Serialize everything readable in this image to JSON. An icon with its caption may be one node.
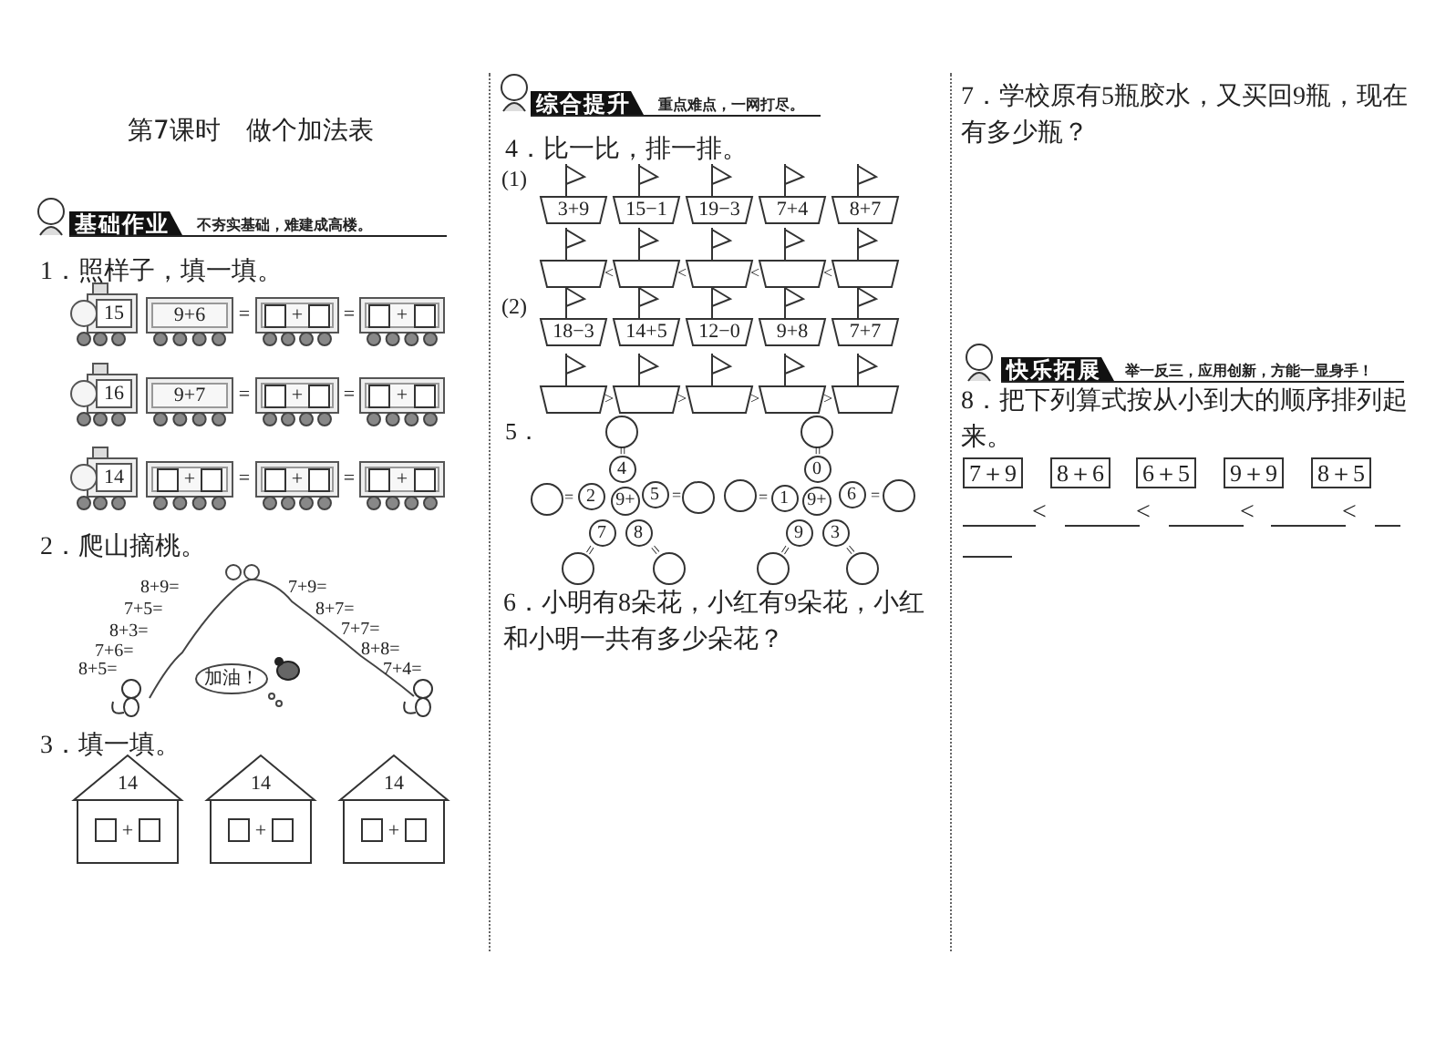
{
  "diagram": {
    "title": "第7课时　做个加法表",
    "nodes": [
      {
        "text": [
          "基础作业"
        ],
        "beside": [
          "不夯实基础，难建成高楼。"
        ]
      },
      {
        "text": [
          "15"
        ]
      },
      {
        "text": [
          "9+6"
        ]
      },
      {
        "text": [
          "+"
        ]
      },
      {
        "text": [
          "+"
        ]
      },
      {
        "text": [
          "16"
        ]
      },
      {
        "text": [
          "9+7"
        ]
      },
      {
        "text": [
          "+"
        ]
      },
      {
        "text": [
          "+"
        ]
      },
      {
        "text": [
          "14"
        ]
      },
      {
        "text": [
          "+"
        ]
      },
      {
        "text": [
          "+"
        ]
      },
      {
        "text": [
          "+"
        ]
      },
      {
        "text": [
          "加油！"
        ]
      },
      {
        "text": [
          "14",
          "+"
        ]
      },
      {
        "text": [
          "14",
          "+"
        ]
      },
      {
        "text": [
          "14",
          "+"
        ]
      },
      {
        "text": [
          "综合提升"
        ],
        "beside": [
          "重点难点，一网打尽。"
        ]
      },
      {
        "text": [
          "3+9"
        ]
      },
      {
        "text": [
          "15−1"
        ]
      },
      {
        "text": [
          "19−3"
        ]
      },
      {
        "text": [
          "7+4"
        ]
      },
      {
        "text": [
          "8+7"
        ]
      },
      {
        "text": [],
        "shape": "boat"
      },
      {
        "text": [],
        "shape": "boat"
      },
      {
        "text": [],
        "shape": "boat"
      },
      {
        "text": [],
        "shape": "boat"
      },
      {
        "text": [],
        "shape": "boat"
      },
      {
        "text": [
          "18−3"
        ]
      },
      {
        "text": [
          "14+5"
        ]
      },
      {
        "text": [
          "12−0"
        ]
      },
      {
        "text": [
          "9+8"
        ]
      },
      {
        "text": [
          "7+7"
        ]
      },
      {
        "text": [],
        "shape": "boat"
      },
      {
        "text": [],
        "shape": "boat"
      },
      {
        "text": [],
        "shape": "boat"
      },
      {
        "text": [],
        "shape": "boat"
      },
      {
        "text": [],
        "shape": "boat"
      },
      {
        "text": [],
        "shape": "circle"
      },
      {
        "text": [
          "4"
        ]
      },
      {
        "text": [],
        "shape": "circle"
      },
      {
        "text": [
          "2"
        ]
      },
      {
        "text": [
          "9+"
        ]
      },
      {
        "text": [
          "5"
        ]
      },
      {
        "text": [],
        "shape": "circle"
      },
      {
        "text": [
          "7"
        ]
      },
      {
        "text": [
          "8"
        ]
      },
      {
        "text": [],
        "shape": "circle"
      },
      {
        "text": [],
        "shape": "circle"
      },
      {
        "text": [],
        "shape": "circle"
      },
      {
        "text": [
          "0"
        ]
      },
      {
        "text": [],
        "shape": "circle"
      },
      {
        "text": [
          "1"
        ]
      },
      {
        "text": [
          "9+"
        ]
      },
      {
        "text": [
          "6"
        ]
      },
      {
        "text": [],
        "shape": "circle"
      },
      {
        "text": [
          "9"
        ]
      },
      {
        "text": [
          "3"
        ]
      },
      {
        "text": [],
        "shape": "circle"
      },
      {
        "text": [],
        "shape": "circle"
      },
      {
        "text": [
          "快乐拓展"
        ],
        "beside": [
          "举一反三，应用创新，方能一显身手！"
        ]
      },
      {
        "text": [
          "7＋9"
        ]
      },
      {
        "text": [
          "8＋6"
        ]
      },
      {
        "text": [
          "6＋5"
        ]
      },
      {
        "text": [
          "9＋9"
        ]
      },
      {
        "text": [
          "8＋5"
        ]
      }
    ],
    "labels": [
      "1．照样子，填一填。",
      "=",
      "=",
      "=",
      "=",
      "=",
      "=",
      "2．爬山摘桃。",
      "8+9=",
      "7+5=",
      "8+3=",
      "7+6=",
      "8+5=",
      "7+9=",
      "8+7=",
      "7+7=",
      "8+8=",
      "7+4=",
      "3．填一填。",
      "4．比一比，排一排。",
      "(1)",
      "<",
      "<",
      "<",
      "<",
      "(2)",
      ">",
      ">",
      ">",
      ">",
      "5．",
      "=",
      "=",
      "=",
      "=",
      "=",
      "=",
      "=",
      "=",
      "=",
      "=",
      "6．小明有8朵花，小红有9朵花，小红和小明一共有多少朵花？",
      "7．学校原有5瓶胶水，又买回9瓶，现在有多少瓶？",
      "8．把下列算式按从小到大的顺序排列起来。",
      "<",
      "<",
      "<",
      "<"
    ]
  }
}
